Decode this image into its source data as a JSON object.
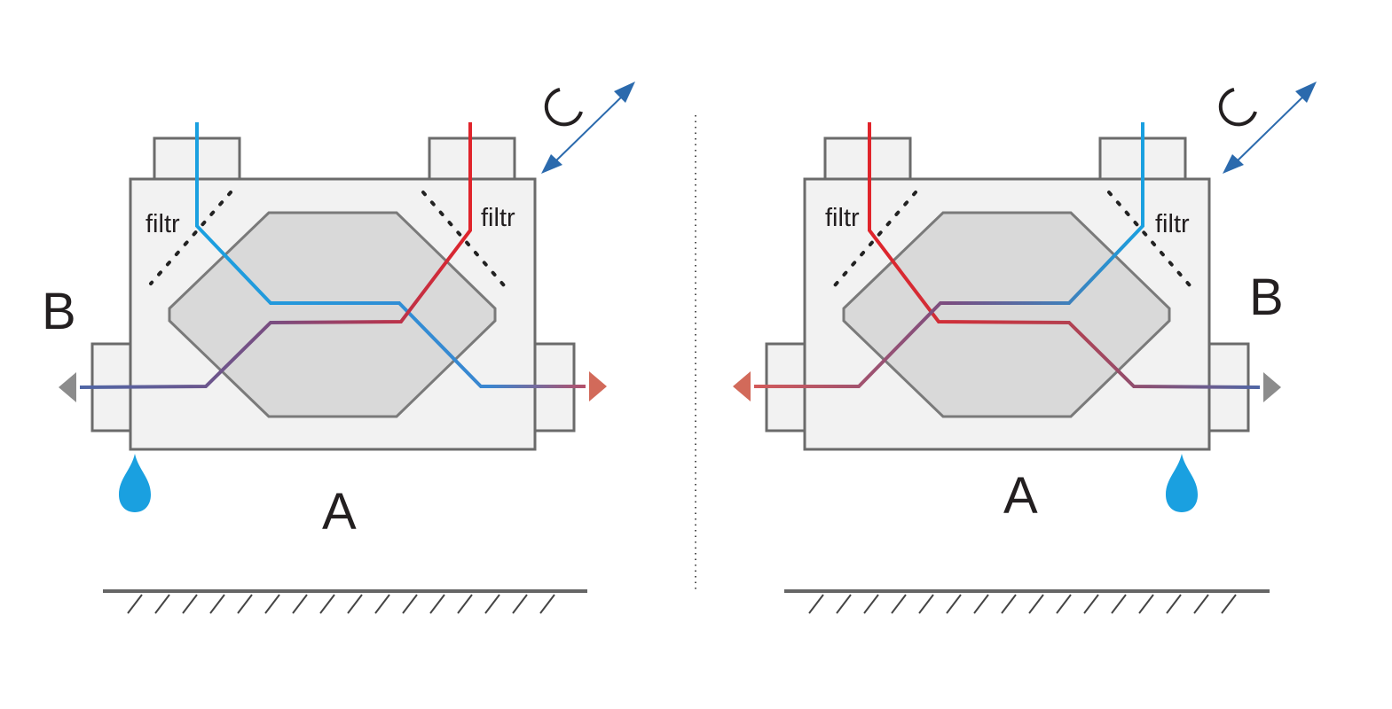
{
  "colors": {
    "background": "#ffffff",
    "casing_fill": "#f2f2f2",
    "casing_stroke": "#6b6b6b",
    "exchanger_fill": "#d9d9d9",
    "cold_air": "#1aa0e0",
    "warm_air": "#e0242b",
    "mixed_cool": "#5067a6",
    "mixed_warm": "#b5506a",
    "arrow_grey": "#8c8c8c",
    "arrow_warm": "#d26a5a",
    "water_drop": "#1aa0e0",
    "rotate_arrow": "#2b6aad",
    "floor": "#666666",
    "divider": "#555555"
  },
  "units": [
    {
      "id": "left",
      "filter_labels": [
        "filtr",
        "filtr"
      ],
      "side_label": "B",
      "bottom_label": "A",
      "orientation": "drain-left, B-left",
      "icons": [
        "water-drop-icon",
        "rotate-icon",
        "double-arrow-icon"
      ]
    },
    {
      "id": "right",
      "filter_labels": [
        "filtr",
        "filtr"
      ],
      "side_label": "B",
      "bottom_label": "A",
      "orientation": "drain-right, B-right",
      "icons": [
        "water-drop-icon",
        "rotate-icon",
        "double-arrow-icon"
      ]
    }
  ]
}
